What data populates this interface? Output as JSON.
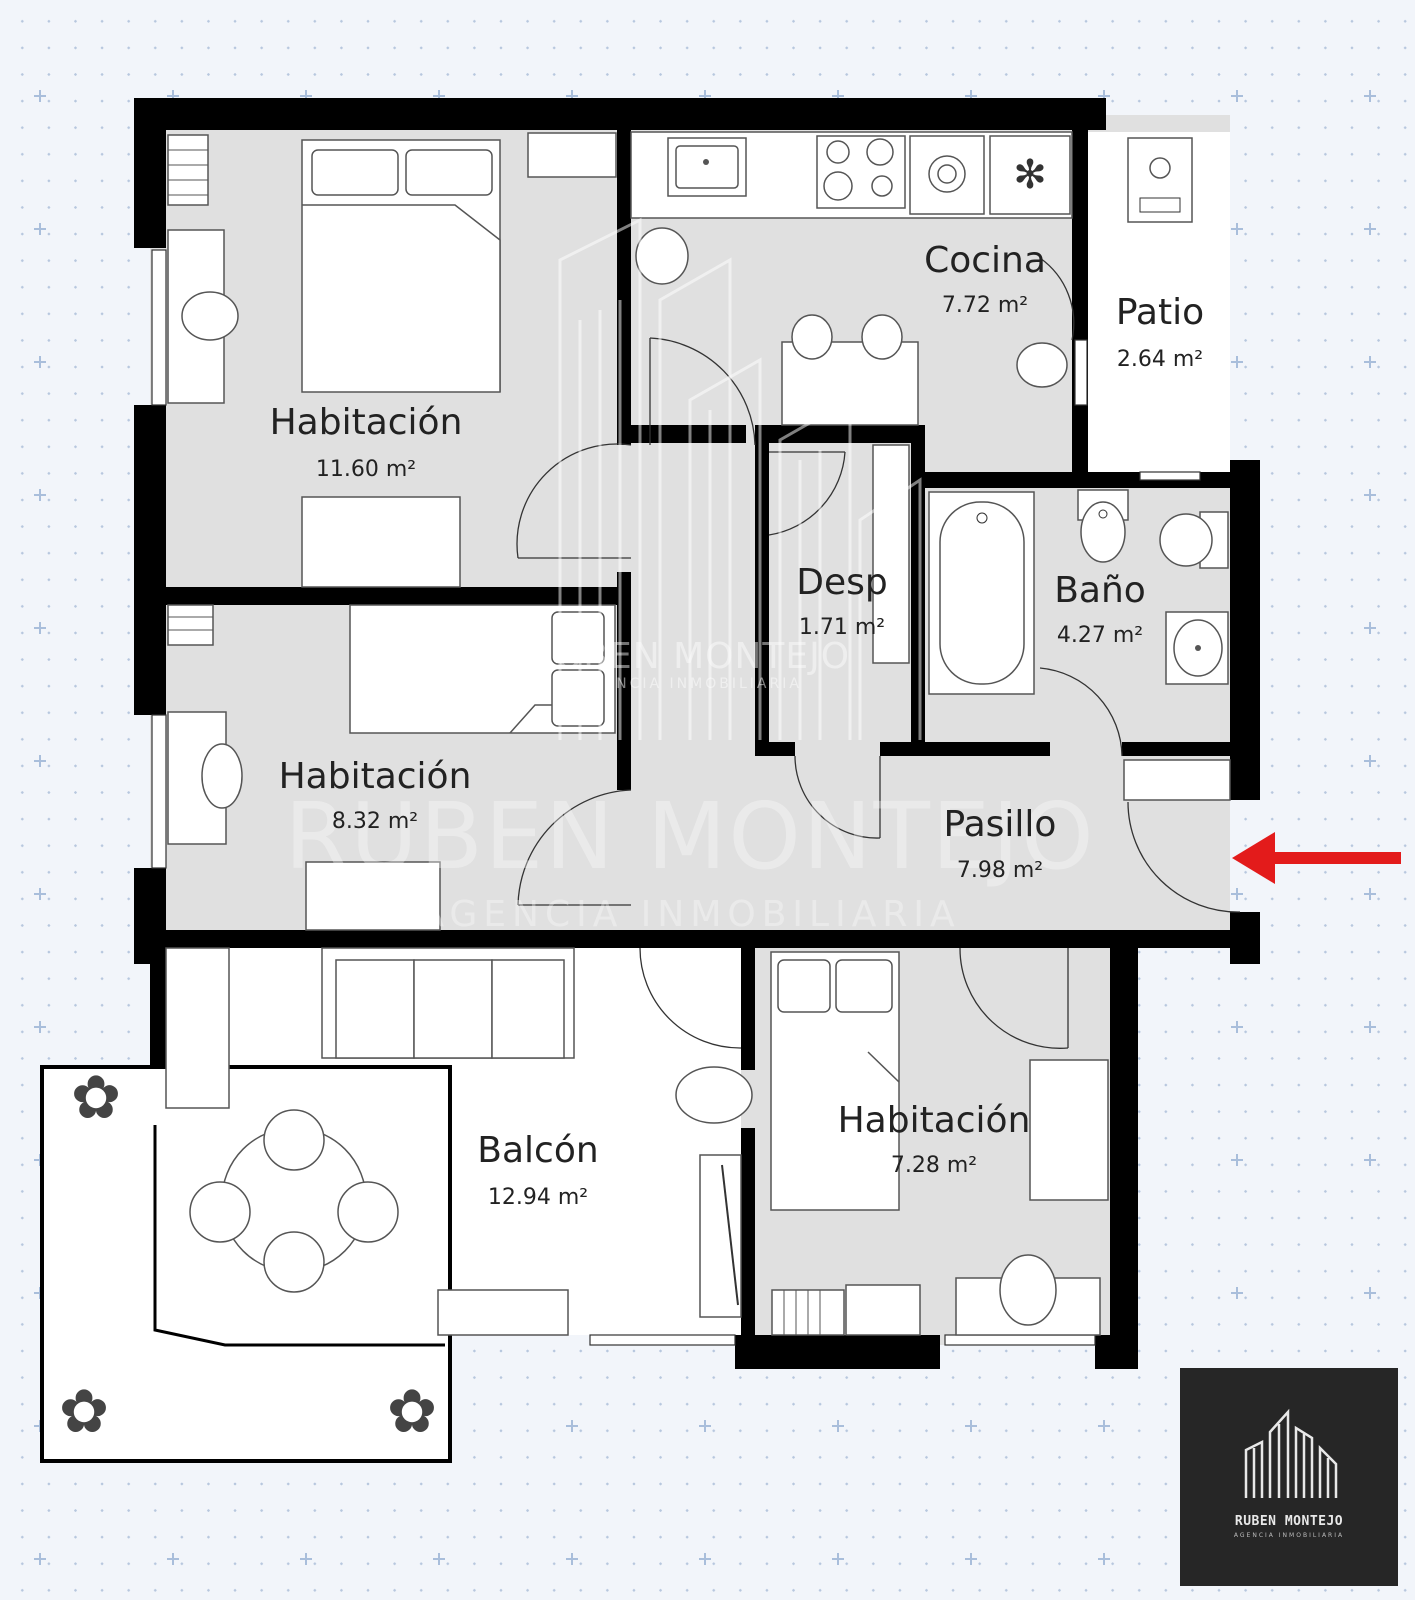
{
  "rooms": [
    {
      "id": "habitacion-1",
      "name": "Habitación",
      "area": "11.60 m²"
    },
    {
      "id": "habitacion-2",
      "name": "Habitación",
      "area": "8.32 m²"
    },
    {
      "id": "habitacion-3",
      "name": "Habitación",
      "area": "7.28 m²"
    },
    {
      "id": "cocina",
      "name": "Cocina",
      "area": "7.72 m²"
    },
    {
      "id": "patio",
      "name": "Patio",
      "area": "2.64 m²"
    },
    {
      "id": "desp",
      "name": "Desp",
      "area": "1.71 m²"
    },
    {
      "id": "bano",
      "name": "Baño",
      "area": "4.27 m²"
    },
    {
      "id": "pasillo",
      "name": "Pasillo",
      "area": "7.98 m²"
    },
    {
      "id": "balcon",
      "name": "Balcón",
      "area": "12.94 m²"
    }
  ],
  "watermark": {
    "name": "RUBEN MONTEJO",
    "subtitle": "AGENCIA INMOBILIARIA"
  },
  "logo": {
    "name": "RUBEN MONTEJO",
    "subtitle": "AGENCIA INMOBILIARIA"
  },
  "entrance_arrow": {
    "color": "#e31b1b",
    "icon": "entrance-arrow-icon"
  },
  "colors": {
    "wall": "#000000",
    "floor": "#e0e0e0",
    "background": "#f2f5fa"
  }
}
